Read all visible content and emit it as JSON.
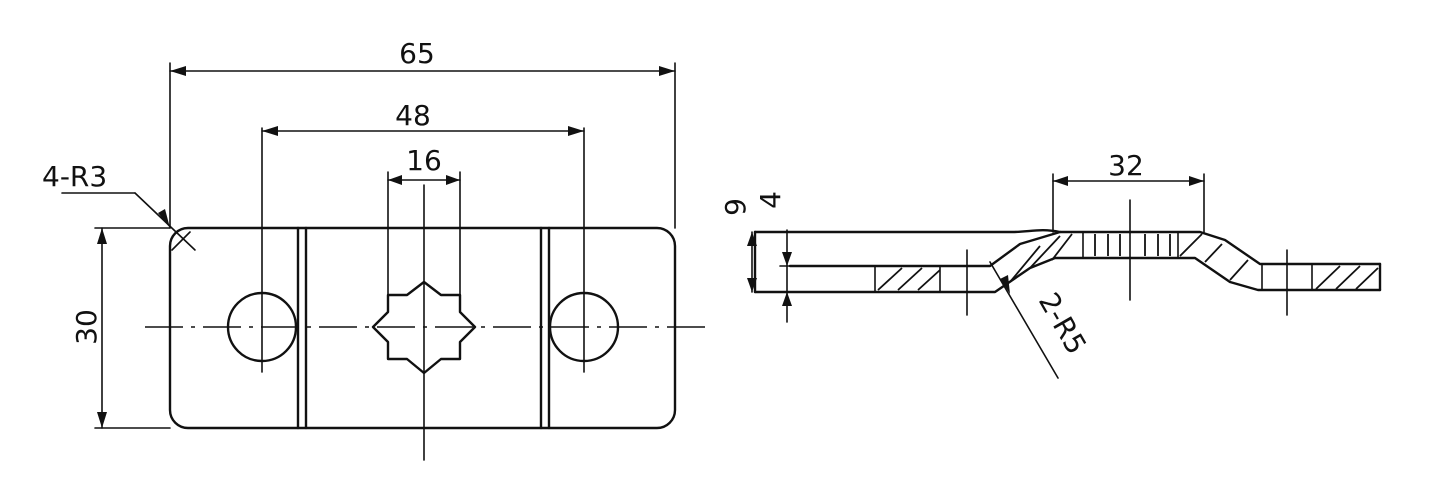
{
  "front_view": {
    "overall_width": "65",
    "hole_spacing": "48",
    "center_slot_width": "16",
    "height": "30",
    "corner_radius_note": "4-R3"
  },
  "side_view": {
    "raised_length": "32",
    "total_thickness": "9",
    "sheet_thickness": "4",
    "bend_radius_note": "2-R5"
  }
}
